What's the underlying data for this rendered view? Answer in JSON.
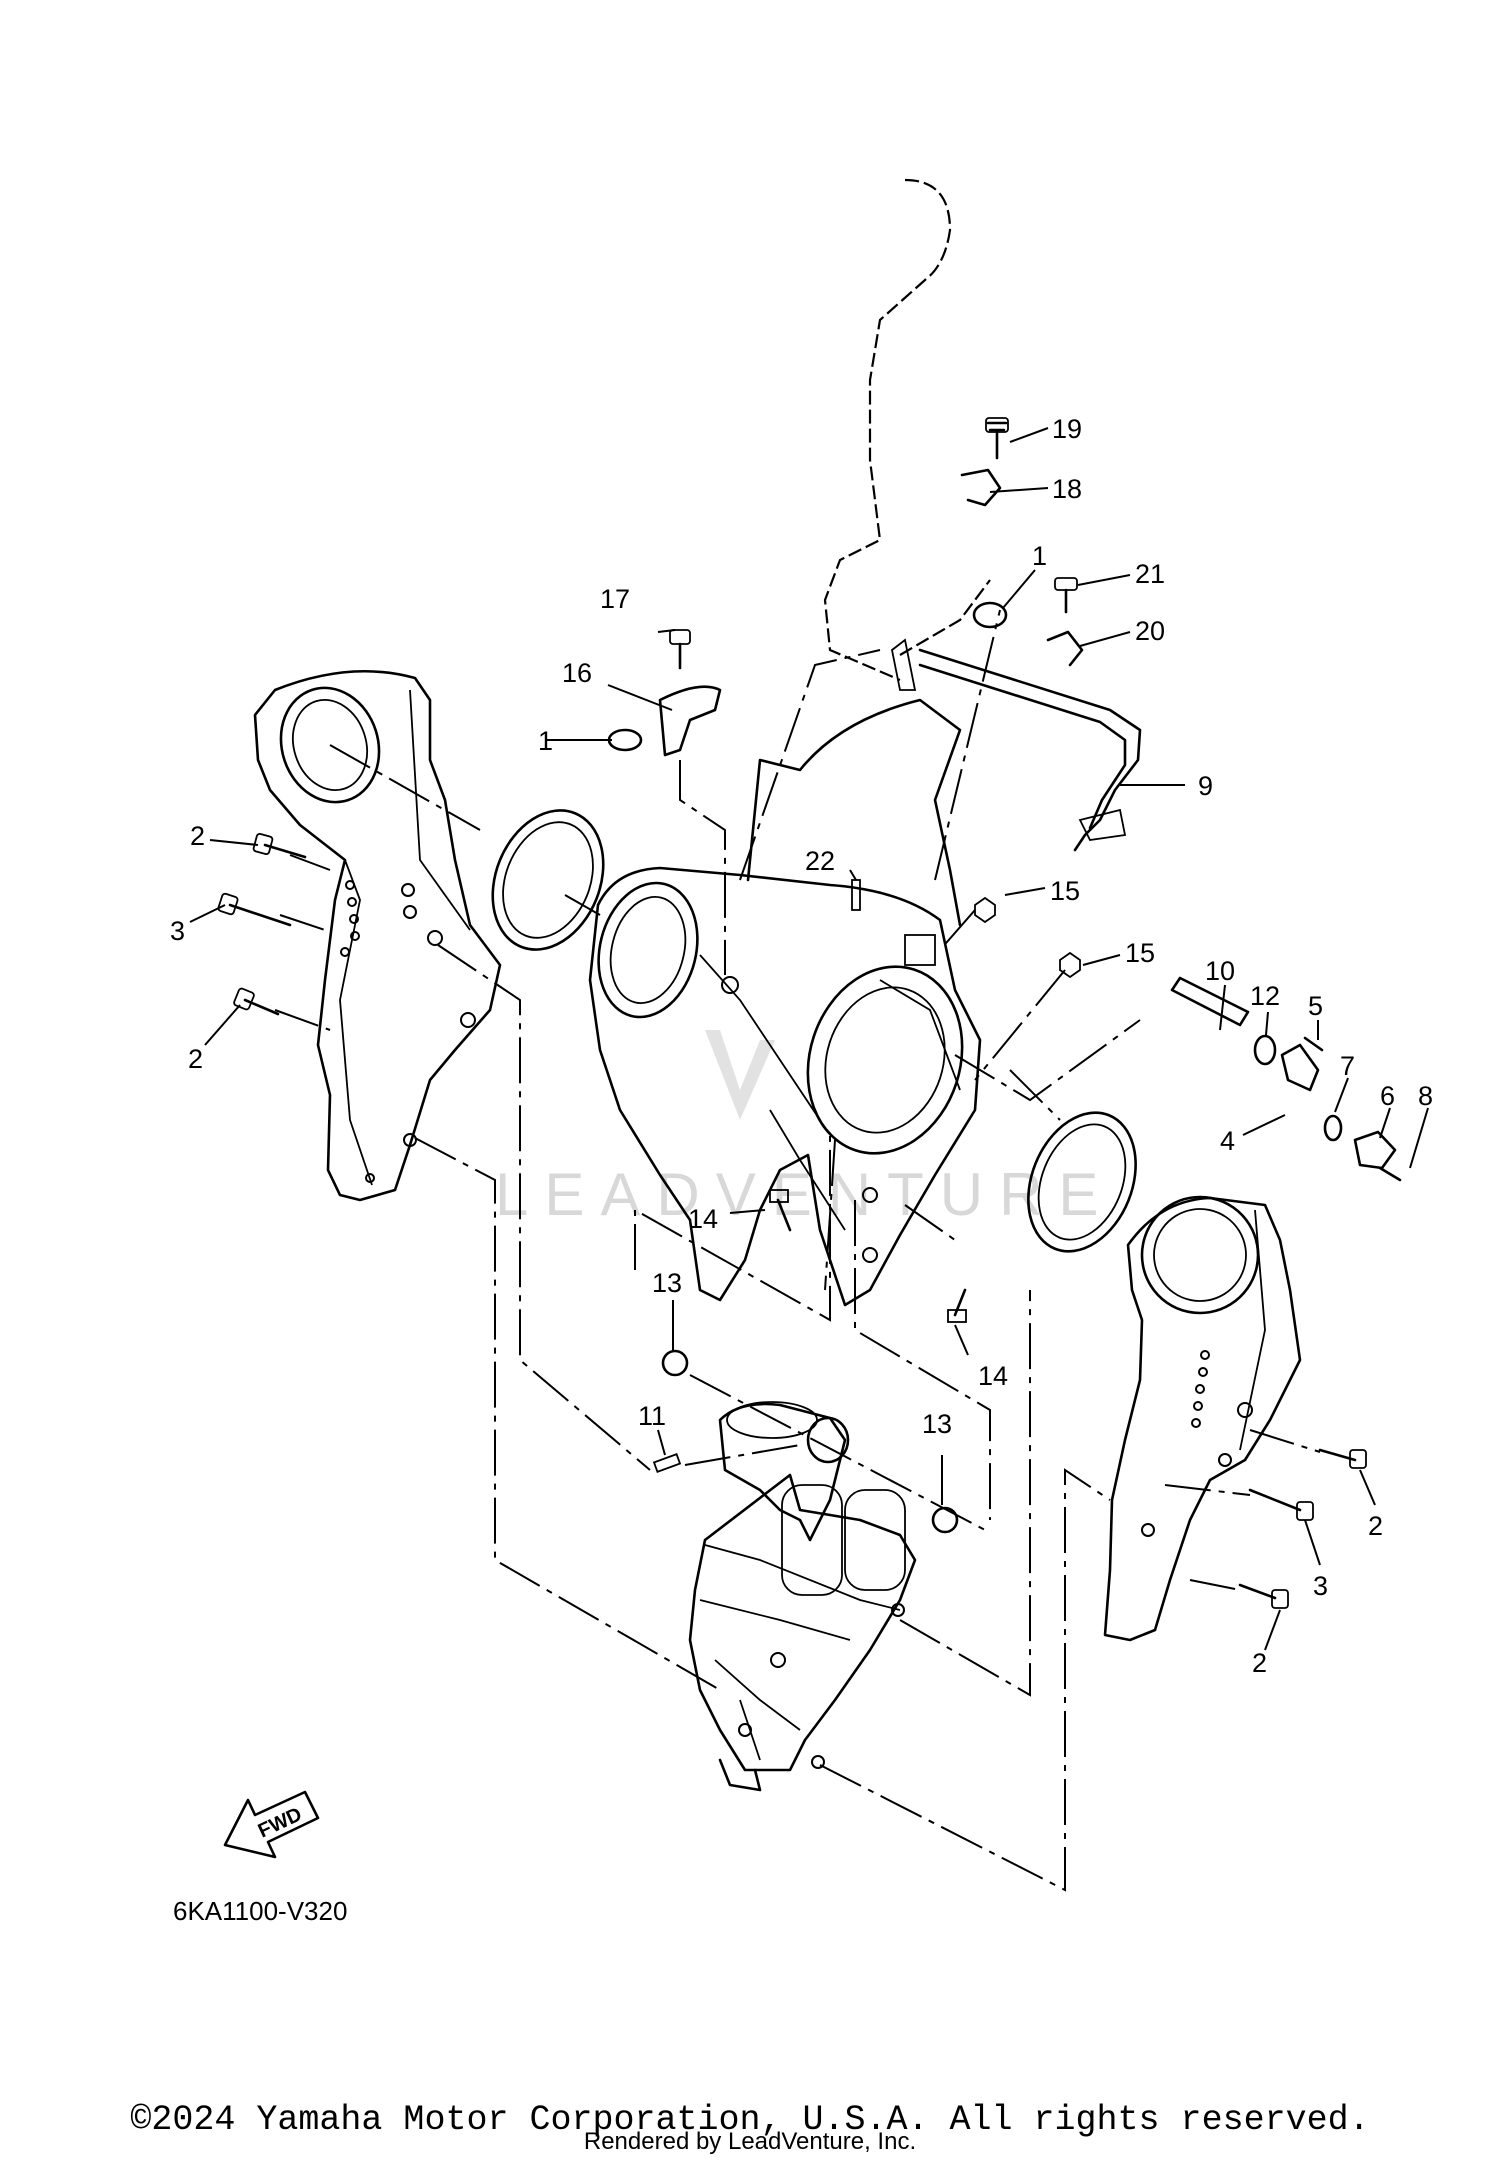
{
  "diagram": {
    "callouts": {
      "c1a": "1",
      "c1b": "1",
      "c2a": "2",
      "c2b": "2",
      "c2c": "2",
      "c2d": "2",
      "c3a": "3",
      "c3b": "3",
      "c4": "4",
      "c5": "5",
      "c6": "6",
      "c7": "7",
      "c8": "8",
      "c9": "9",
      "c10": "10",
      "c11": "11",
      "c12": "12",
      "c13a": "13",
      "c13b": "13",
      "c14a": "14",
      "c14b": "14",
      "c15a": "15",
      "c15b": "15",
      "c16": "16",
      "c17": "17",
      "c18": "18",
      "c19": "19",
      "c20": "20",
      "c21": "21",
      "c22": "22"
    },
    "fwd_label": "FWD",
    "diagram_code": "6KA1100-V320",
    "watermark": "LEADVENTURE"
  },
  "footer": {
    "copyright": "©2024 Yamaha Motor Corporation, U.S.A. All rights reserved.",
    "rendered_by": "Rendered by LeadVenture, Inc."
  }
}
